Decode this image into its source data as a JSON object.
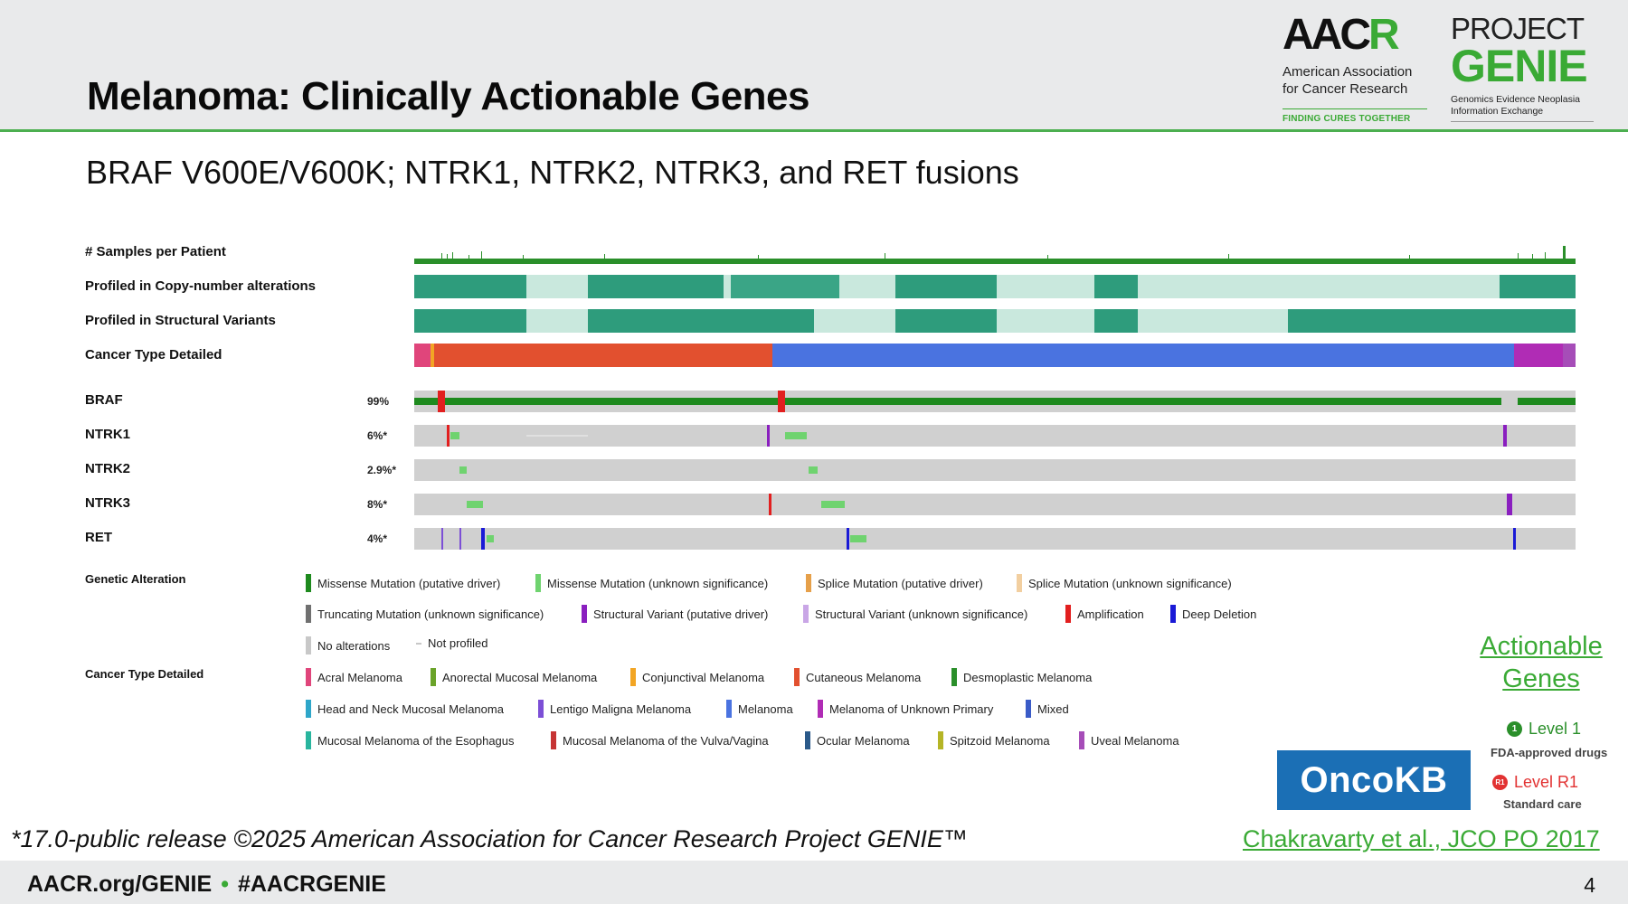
{
  "header": {
    "title": "Melanoma: Clinically Actionable Genes",
    "aacr_mark_a": "AAC",
    "aacr_mark_c": "R",
    "aacr_name_line1": "American Association",
    "aacr_name_line2": "for Cancer Research",
    "aacr_tagline": "FINDING CURES TOGETHER",
    "genie_project": "PROJECT",
    "genie_word": "GENIE",
    "genie_sub_line1": "Genomics Evidence Neoplasia",
    "genie_sub_line2": "Information Exchange"
  },
  "subtitle": "BRAF V600E/V600K; NTRK1, NTRK2, NTRK3, and RET fusions",
  "oncoprint": {
    "clinical_tracks": [
      {
        "label": "# Samples per Patient"
      },
      {
        "label": "Profiled in Copy-number alterations"
      },
      {
        "label": "Profiled in Structural Variants"
      },
      {
        "label": "Cancer Type Detailed"
      }
    ],
    "genes": [
      {
        "label": "BRAF",
        "pct": "99%"
      },
      {
        "label": "NTRK1",
        "pct": "6%*"
      },
      {
        "label": "NTRK2",
        "pct": "2.9%*"
      },
      {
        "label": "NTRK3",
        "pct": "8%*"
      },
      {
        "label": "RET",
        "pct": "4%*"
      }
    ]
  },
  "legend": {
    "genetic_alteration_heading": "Genetic Alteration",
    "genetic_alteration": [
      {
        "label": "Missense Mutation (putative driver)",
        "color": "#1e8a1e"
      },
      {
        "label": "Missense Mutation (unknown significance)",
        "color": "#6fd36f"
      },
      {
        "label": "Splice Mutation (putative driver)",
        "color": "#e6a04a"
      },
      {
        "label": "Splice Mutation (unknown significance)",
        "color": "#f2cfa0"
      },
      {
        "label": "Truncating Mutation (unknown significance)",
        "color": "#707070"
      },
      {
        "label": "Structural Variant (putative driver)",
        "color": "#8a1fbf"
      },
      {
        "label": "Structural Variant (unknown significance)",
        "color": "#c9a6e6"
      },
      {
        "label": "Amplification",
        "color": "#e21f1f"
      },
      {
        "label": "Deep Deletion",
        "color": "#1a1ad6"
      },
      {
        "label": "No alterations",
        "color": "#c8c8c8"
      },
      {
        "label": "Not profiled",
        "color": "#c8c8c8"
      }
    ],
    "cancer_type_heading": "Cancer Type Detailed",
    "cancer_types": [
      {
        "label": "Acral Melanoma",
        "color": "#e0457b"
      },
      {
        "label": "Anorectal Mucosal Melanoma",
        "color": "#6aa329"
      },
      {
        "label": "Conjunctival Melanoma",
        "color": "#f2a524"
      },
      {
        "label": "Cutaneous Melanoma",
        "color": "#e2502f"
      },
      {
        "label": "Desmoplastic Melanoma",
        "color": "#2a8f2a"
      },
      {
        "label": "Head and Neck Mucosal Melanoma",
        "color": "#2ea6c9"
      },
      {
        "label": "Lentigo Maligna Melanoma",
        "color": "#7c4fd6"
      },
      {
        "label": "Melanoma",
        "color": "#4a73e0"
      },
      {
        "label": "Melanoma of Unknown Primary",
        "color": "#b02cb5"
      },
      {
        "label": "Mixed",
        "color": "#3a5bc7"
      },
      {
        "label": "Mucosal Melanoma of the Esophagus",
        "color": "#29b59e"
      },
      {
        "label": "Mucosal Melanoma of the Vulva/Vagina",
        "color": "#c63434"
      },
      {
        "label": "Ocular Melanoma",
        "color": "#2b5a8a"
      },
      {
        "label": "Spitzoid Melanoma",
        "color": "#b5b526"
      },
      {
        "label": "Uveal Melanoma",
        "color": "#a64db8"
      }
    ]
  },
  "actionable": {
    "title_line1": "Actionable",
    "title_line2": "Genes",
    "level1_icon": "1",
    "level1_label": "Level 1",
    "level1_sub": "FDA-approved drugs",
    "levelr1_icon": "R1",
    "levelr1_label": "Level R1",
    "levelr1_sub": "Standard care",
    "oncokb_label": "OncoKB"
  },
  "footnote": "*17.0-public release ©2025 American Association for Cancer Research Project GENIE™",
  "citation": "Chakravarty et al., JCO PO 2017",
  "footer": {
    "left": "AACR.org/GENIE",
    "right": "#AACRGENIE",
    "page": "4"
  },
  "colors": {
    "brand_green": "#3aaa35",
    "header_bg": "#e9eaeb",
    "track_teal": "#2e9c7c",
    "no_alt_grey": "#c8c8c8"
  }
}
